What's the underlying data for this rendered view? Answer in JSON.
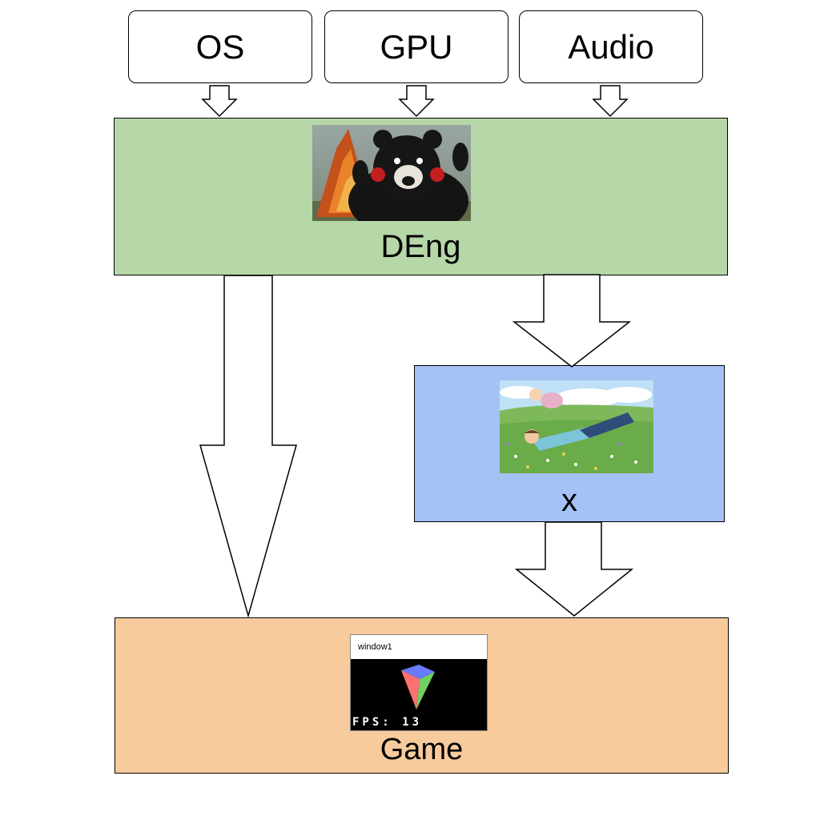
{
  "inputs": {
    "os": "OS",
    "gpu": "GPU",
    "audio": "Audio"
  },
  "layers": {
    "deng": {
      "label": "DEng",
      "color": "#b6d7a8"
    },
    "x": {
      "label": "x",
      "color": "#a4c2f4"
    },
    "game": {
      "label": "Game",
      "color": "#f8cb9c"
    }
  },
  "game_window": {
    "title": "window1",
    "fps_text": "FPS: 13"
  },
  "images": {
    "deng": "mascot-bear-fire-photo",
    "x": "parent-lifting-child-meadow-illustration",
    "game": "rendered-cube-window-screenshot"
  }
}
